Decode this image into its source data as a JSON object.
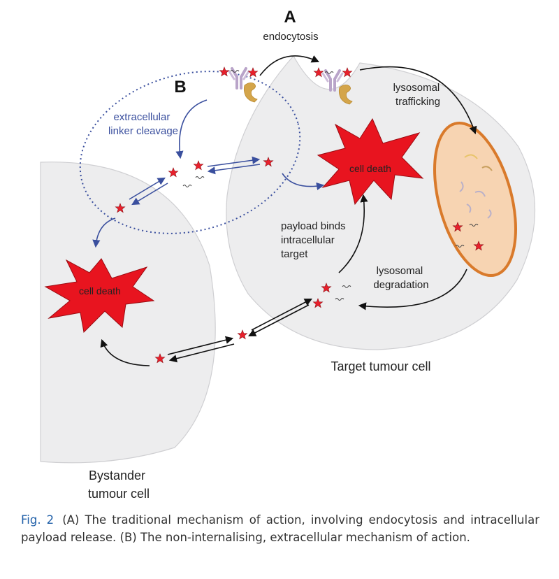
{
  "panels": {
    "a": "A",
    "b": "B"
  },
  "labels": {
    "endocytosis": "endocytosis",
    "lysosomal_trafficking": [
      "lysosomal",
      "trafficking"
    ],
    "extracellular_linker_cleavage": [
      "extracellular",
      "linker cleavage"
    ],
    "payload_binds": [
      "payload binds",
      "intracellular",
      "target"
    ],
    "lysosomal_degradation": [
      "lysosomal",
      "degradation"
    ],
    "cell_death": "cell death",
    "target_cell": "Target tumour cell",
    "bystander_cell": [
      "Bystander",
      "tumour cell"
    ]
  },
  "caption": {
    "figure": "Fig. 2",
    "text": "(A) The traditional mechanism of action, involving endocytosis and intracellular payload release. (B) The non-internalising, extracellular mechanism of action."
  },
  "colors": {
    "cell_fill": "#ededee",
    "cell_stroke": "#cfcfd2",
    "lysosome_fill": "#f7d4b2",
    "lysosome_stroke": "#d97a2b",
    "payload_star": "#e8202c",
    "cell_death": "#e8141f",
    "blue_arrow": "#3a4f9e",
    "antibody": "#b9a4c9",
    "antigen": "#d4a54a"
  }
}
